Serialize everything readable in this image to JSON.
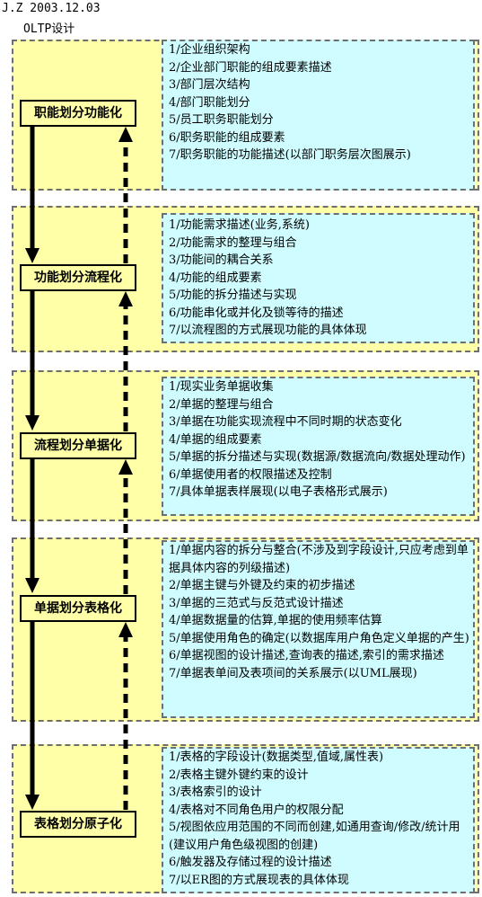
{
  "header": {
    "author_date": "J.Z 2003.12.03",
    "title": "OLTP设计"
  },
  "stages": [
    {
      "label": "职能划分功能化",
      "items": [
        "1/企业组织架构",
        "2/企业部门职能的组成要素描述",
        "3/部门层次结构",
        "4/部门职能划分",
        "5/员工职务职能划分",
        "6/职务职能的组成要素",
        "7/职务职能的功能描述(以部门职务层次图展示)"
      ]
    },
    {
      "label": "功能划分流程化",
      "items": [
        "1/功能需求描述(业务,系统)",
        "2/功能需求的整理与组合",
        "3/功能间的耦合关系",
        "4/功能的组成要素",
        "5/功能的拆分描述与实现",
        "6/功能串化或并化及锁等待的描述",
        "7/以流程图的方式展现功能的具体体现"
      ]
    },
    {
      "label": "流程划分单据化",
      "items": [
        "1/现实业务单据收集",
        "2/单据的整理与组合",
        "3/单据在功能实现流程中不同时期的状态变化",
        "4/单据的组成要素",
        "5/单据的拆分描述与实现(数据源/数据流向/数据处理动作)",
        "6/单据使用者的权限描述及控制",
        "7/具体单据表样展现(以电子表格形式展示)"
      ]
    },
    {
      "label": "单据划分表格化",
      "items": [
        "1/单据内容的拆分与整合(不涉及到字段设计,只应考虑到单据具体内容的列级描述)",
        "2/单据主键与外键及约束的初步描述",
        "3/单据的三范式与反范式设计描述",
        "4/单据数据量的估算,单据的使用频率估算",
        "5/单据使用角色的确定(以数据库用户角色定义单据的产生)",
        "6/单据视图的设计描述,查询表的描述,索引的需求描述",
        "7/单据表单间及表项间的关系展示(以UML展现)"
      ]
    },
    {
      "label": "表格划分原子化",
      "items": [
        "1/表格的字段设计(数据类型,值域,属性表)",
        "2/表格主键外键约束的设计",
        "3/表格索引的设计",
        "4/表格对不同角色用户的权限分配",
        "5/视图依应用范围的不同而创建,如通用查询/修改/统计用(建议用户角色级视图的创建)",
        "6/触发器及存储过程的设计描述",
        "7/以ER图的方式展现表的具体体现"
      ]
    }
  ]
}
